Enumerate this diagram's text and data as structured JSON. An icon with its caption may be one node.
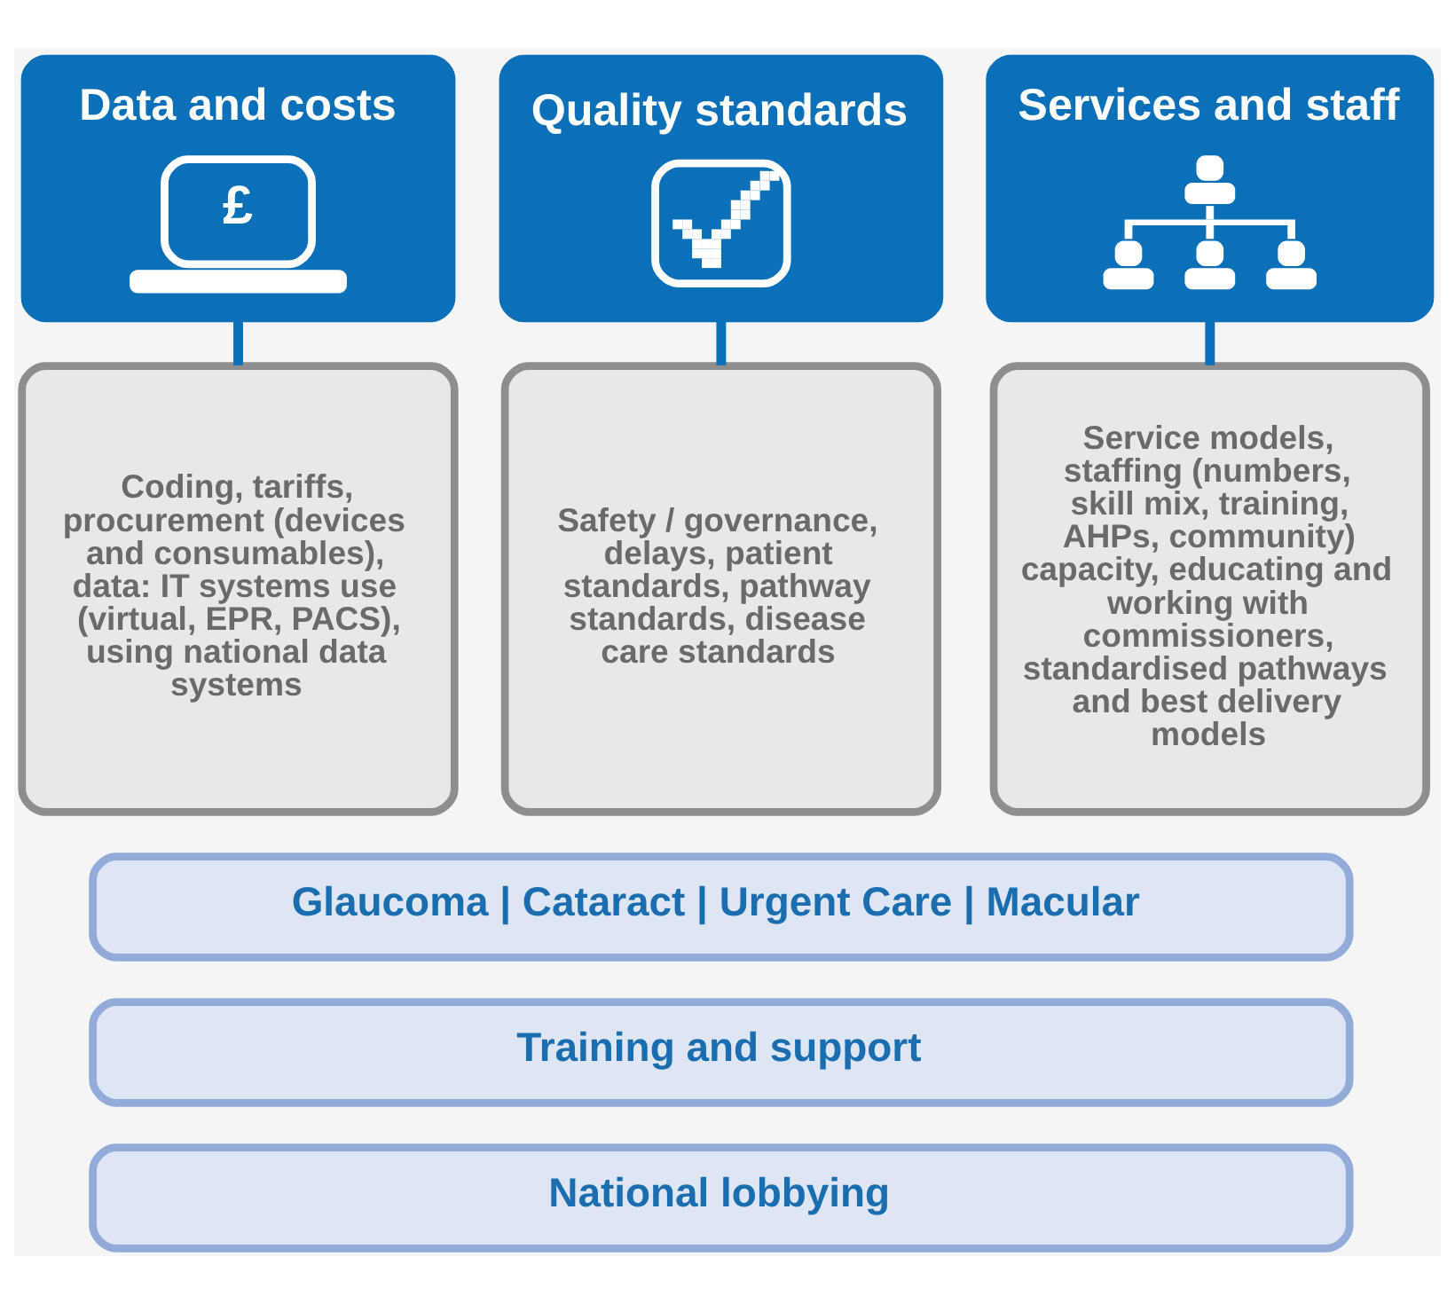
{
  "diagram": {
    "nodes": [
      {
        "text": [
          "Data and costs",
          "£"
        ]
      },
      {
        "text": [
          "Quality standards"
        ]
      },
      {
        "text": [
          "Services and staff"
        ]
      },
      {
        "text": [
          "Coding, tariffs, procurement (devices and consumables), data: IT systems use (virtual, EPR, PACS), using national data systems"
        ]
      },
      {
        "text": [
          "Safety / governance, delays, patient standards, pathway standards, disease care standards"
        ]
      },
      {
        "text": [
          "Service models, staffing (numbers, skill mix, training, AHPs, community) capacity, educating and working with commissioners, standardised pathways and best delivery models"
        ]
      },
      {
        "text": [
          "Glaucoma | Cataract | Urgent Care | Macular"
        ]
      },
      {
        "text": [
          "Training and support"
        ]
      },
      {
        "text": [
          "National lobbying"
        ]
      }
    ],
    "edges": [
      {
        "from": 0,
        "to": 3,
        "arrow": "none"
      },
      {
        "from": 1,
        "to": 4,
        "arrow": "none"
      },
      {
        "from": 2,
        "to": 5,
        "arrow": "none"
      }
    ]
  }
}
